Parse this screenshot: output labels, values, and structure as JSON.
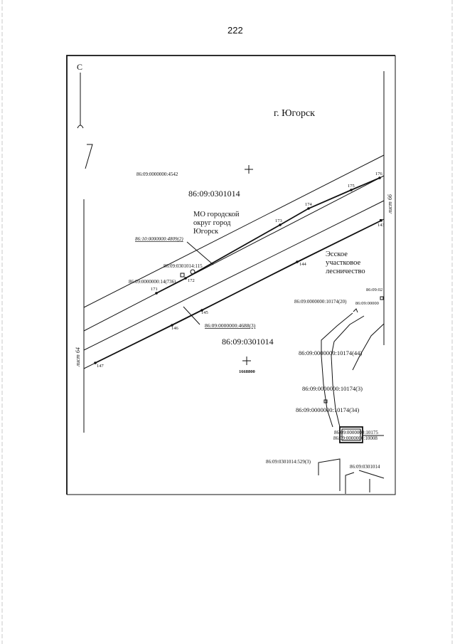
{
  "page_number": "222",
  "north_label": "С",
  "city_label": "г. Югорск",
  "sheet_labels": {
    "left": "лист 64",
    "right": "лист 66"
  },
  "municipality_label": [
    "МО городской",
    "округ город",
    "Югорск"
  ],
  "forestry_label": [
    "Эсское",
    "участковое",
    "лесничество"
  ],
  "quarters": {
    "upper": "86:09:0301014",
    "lower": "86:09:0301014"
  },
  "parcels": {
    "p4542": "86:09:0000000:4542",
    "p4809": "86:10:0000000:4809(2)",
    "p115": "86:09:0301014:115",
    "p14": "86:09:0000000:14(736)",
    "p4688": "86:09:0000000:4688(3)",
    "p02": "86:09:02",
    "p10174_20": "86:09:0000000:10174(20)",
    "p00000": "86:09:00000",
    "p10174_44": "86:09:0000000:10174(44)",
    "p10174_3": "86:09:0000000:10174(3)",
    "p10174_34": "86:09:0000000:10174(34)",
    "p10175": "86:09:0000000:10175",
    "p10008": "86:09:0000000:10008",
    "p529": "86:09:0301014:529(3)",
    "p0301014": "86:09:0301014"
  },
  "points": [
    "171",
    "172",
    "173",
    "174",
    "175",
    "176",
    "143",
    "144",
    "145",
    "146",
    "147"
  ],
  "grid_coordinate": "1668800"
}
